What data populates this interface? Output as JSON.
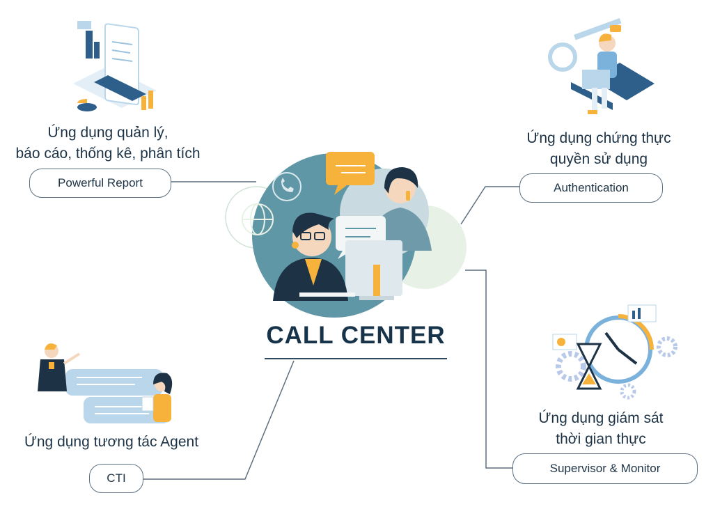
{
  "center": {
    "title": "CALL CENTER"
  },
  "nodes": {
    "report": {
      "caption_line1": "Ứng dụng quản lý,",
      "caption_line2": "báo cáo, thống kê, phân tích",
      "label": "Powerful Report",
      "icon": "report-documents-icon"
    },
    "auth": {
      "caption_line1": "Ứng dụng chứng thực",
      "caption_line2": "quyền sử dụng",
      "label": "Authentication",
      "icon": "key-laptop-user-icon"
    },
    "cti": {
      "caption_line1": "Ứng dụng tương tác Agent",
      "label": "CTI",
      "icon": "chat-agents-icon"
    },
    "supervisor": {
      "caption_line1": "Ứng dụng giám sát",
      "caption_line2": "thời gian thực",
      "label": "Supervisor & Monitor",
      "icon": "clock-hourglass-gears-icon"
    }
  },
  "colors": {
    "accent_teal": "#5f97a6",
    "accent_orange": "#f6b23a",
    "line": "#5b6f80",
    "dark_navy": "#163349",
    "light_blue": "#b9d6ea"
  }
}
